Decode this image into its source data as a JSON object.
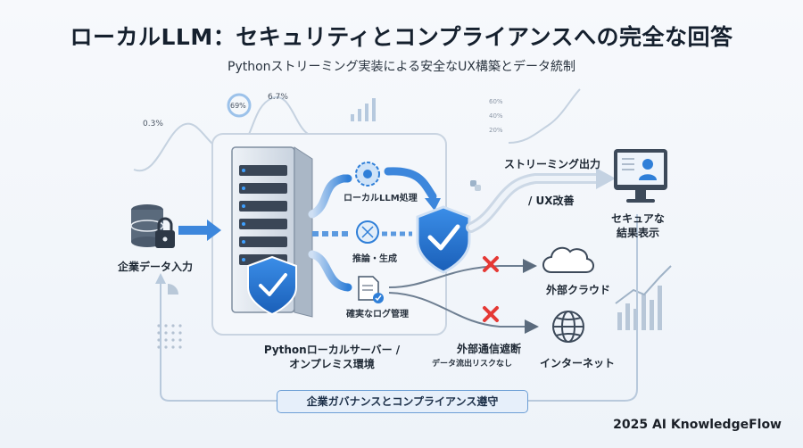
{
  "title": "ローカルLLM：セキュリティとコンプライアンスへの完全な回答",
  "subtitle": "Pythonストリーミング実装による安全なUX構築とデータ統制",
  "background_stats": {
    "stat1": "0.3%",
    "stat2": "69%",
    "stat3": "6.7%",
    "axis_60": "60%",
    "axis_40": "40%",
    "axis_20": "20%"
  },
  "nodes": {
    "input": "企業データ入力",
    "server_line1": "Pythonローカルサーバー /",
    "server_line2": "オンプレミス環境",
    "process": "ローカルLLM処理",
    "inference": "推論・生成",
    "log": "確実なログ管理",
    "streaming": "ストリーミング出力",
    "ux": "/ UX改善",
    "result_line1": "セキュアな",
    "result_line2": "結果表示",
    "cloud": "外部クラウド",
    "block_line1": "外部通信遮断",
    "block_line2": "データ流出リスクなし",
    "internet": "インターネット"
  },
  "footer": {
    "governance": "企業ガバナンスとコンプライアンス遵守",
    "brand": "2025 AI KnowledgeFlow"
  },
  "colors": {
    "accent": "#2f7fd8",
    "shield": "#2673d4",
    "block": "#e53935"
  }
}
